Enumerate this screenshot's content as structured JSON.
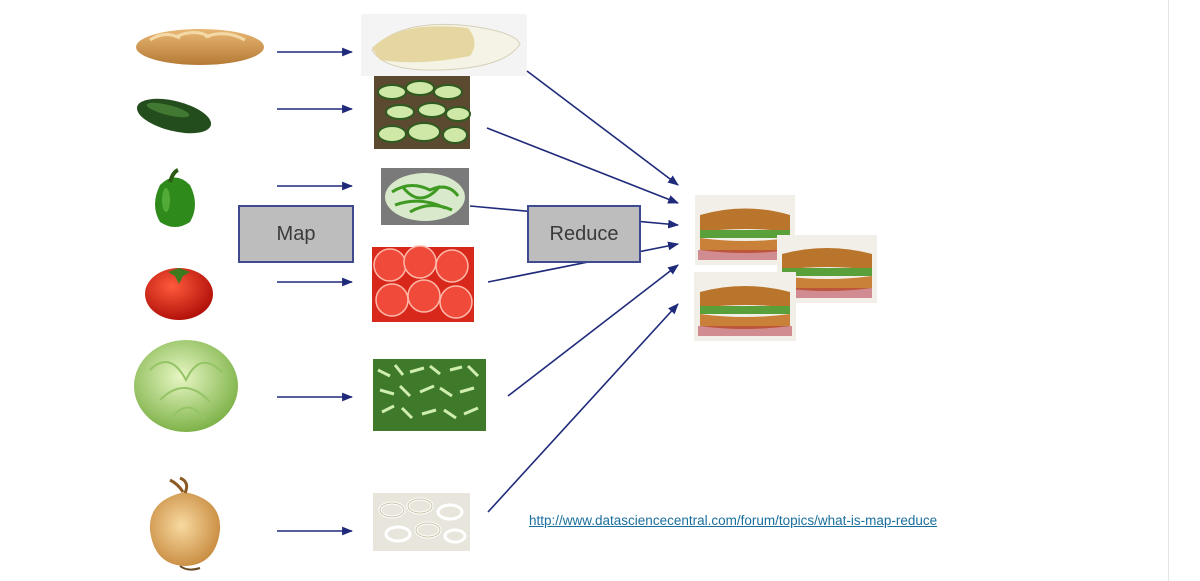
{
  "labels": {
    "map": "Map",
    "reduce": "Reduce"
  },
  "source_link": "http://www.datasciencecentral.com/forum/topics/what-is-map-reduce",
  "ingredients": [
    {
      "raw": "bread-icon",
      "mapped": "sliced-bread-icon"
    },
    {
      "raw": "cucumber-icon",
      "mapped": "sliced-cucumber-icon"
    },
    {
      "raw": "green-pepper-icon",
      "mapped": "sliced-pepper-icon"
    },
    {
      "raw": "tomato-icon",
      "mapped": "sliced-tomato-icon"
    },
    {
      "raw": "lettuce-icon",
      "mapped": "shredded-lettuce-icon"
    },
    {
      "raw": "onion-icon",
      "mapped": "sliced-onion-icon"
    }
  ],
  "result": "sandwiches-icon",
  "colors": {
    "arrow": "#1f2a7a",
    "box_fill": "#bdbdbd",
    "box_border": "#3f4a8e",
    "link": "#1a6fa0"
  }
}
